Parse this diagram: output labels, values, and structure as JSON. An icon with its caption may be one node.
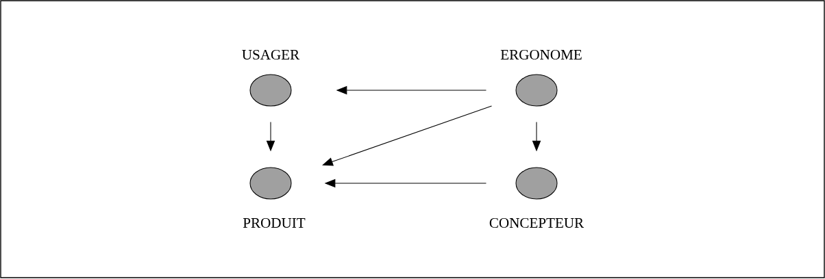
{
  "diagram": {
    "nodes": [
      {
        "text": [
          "USAGER"
        ]
      },
      {
        "text": [
          "ERGONOME"
        ]
      },
      {
        "text": [
          "PRODUIT"
        ]
      },
      {
        "text": [
          "CONCEPTEUR"
        ]
      }
    ],
    "edges": [
      {
        "from": 1,
        "to": 0,
        "arrow": "to"
      },
      {
        "from": 0,
        "to": 2,
        "arrow": "to"
      },
      {
        "from": 1,
        "to": 2,
        "arrow": "to"
      },
      {
        "from": 1,
        "to": 3,
        "arrow": "to"
      },
      {
        "from": 3,
        "to": 2,
        "arrow": "to"
      }
    ]
  }
}
